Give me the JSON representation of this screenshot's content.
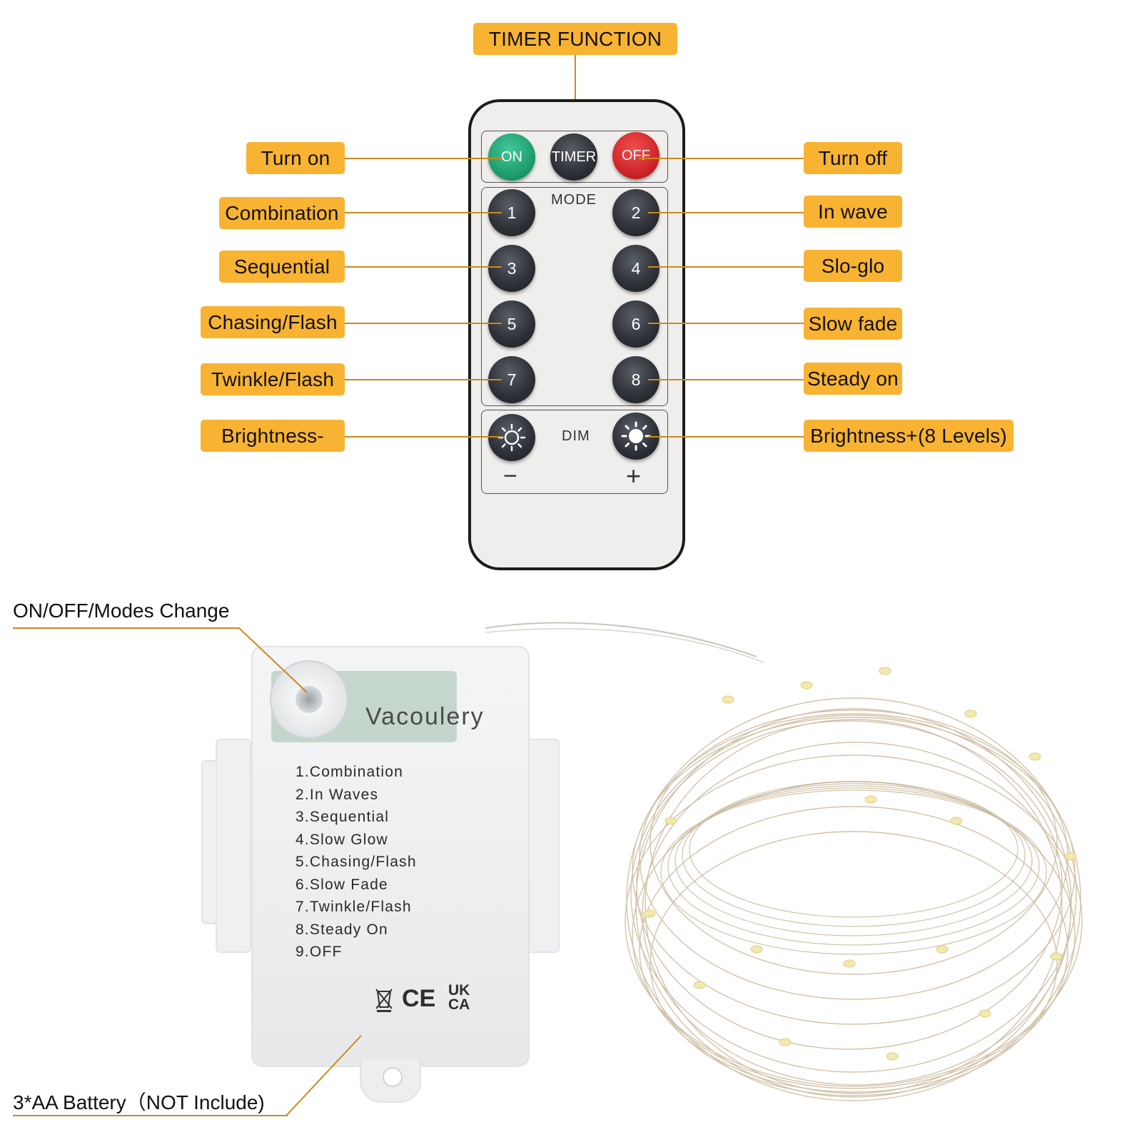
{
  "remote": {
    "timer_function_label": "TIMER FUNCTION",
    "buttons": {
      "on": "ON",
      "timer": "TIMER",
      "off": "OFF",
      "mode_1": "1",
      "mode_2": "2",
      "mode_3": "3",
      "mode_4": "4",
      "mode_5": "5",
      "mode_6": "6",
      "mode_7": "7",
      "mode_8": "8"
    },
    "mode_label": "MODE",
    "dim_label": "DIM",
    "minus_sign": "−",
    "plus_sign": "+"
  },
  "left_labels": {
    "turn_on": "Turn on",
    "combination": "Combination",
    "sequential": "Sequential",
    "chasing_flash": "Chasing/Flash",
    "twinkle_flash": "Twinkle/Flash",
    "brightness_minus": "Brightness-"
  },
  "right_labels": {
    "turn_off": "Turn off",
    "in_wave": "In wave",
    "slo_glo": "Slo-glo",
    "slow_fade": "Slow fade",
    "steady_on": "Steady on",
    "brightness_plus": "Brightness+(8 Levels)"
  },
  "battery_box": {
    "switch_label": "ON/OFF/Modes Change",
    "brand": "Vacoulery",
    "modes": [
      "1.Combination",
      "2.In Waves",
      "3.Sequential",
      "4.Slow Glow",
      "5.Chasing/Flash",
      "6.Slow Fade",
      "7.Twinkle/Flash",
      "8.Steady On",
      "9.OFF"
    ],
    "certifications": [
      "CE",
      "UK",
      "CA"
    ],
    "battery_label": "3*AA Battery（NOT Include)"
  },
  "colors": {
    "tag_background": "#f8b333",
    "leader_line": "#c98a1e",
    "on_button": "#1f9f6f",
    "off_button": "#d0262a",
    "button_dark": "#2f3238",
    "remote_body": "#efeeec"
  }
}
